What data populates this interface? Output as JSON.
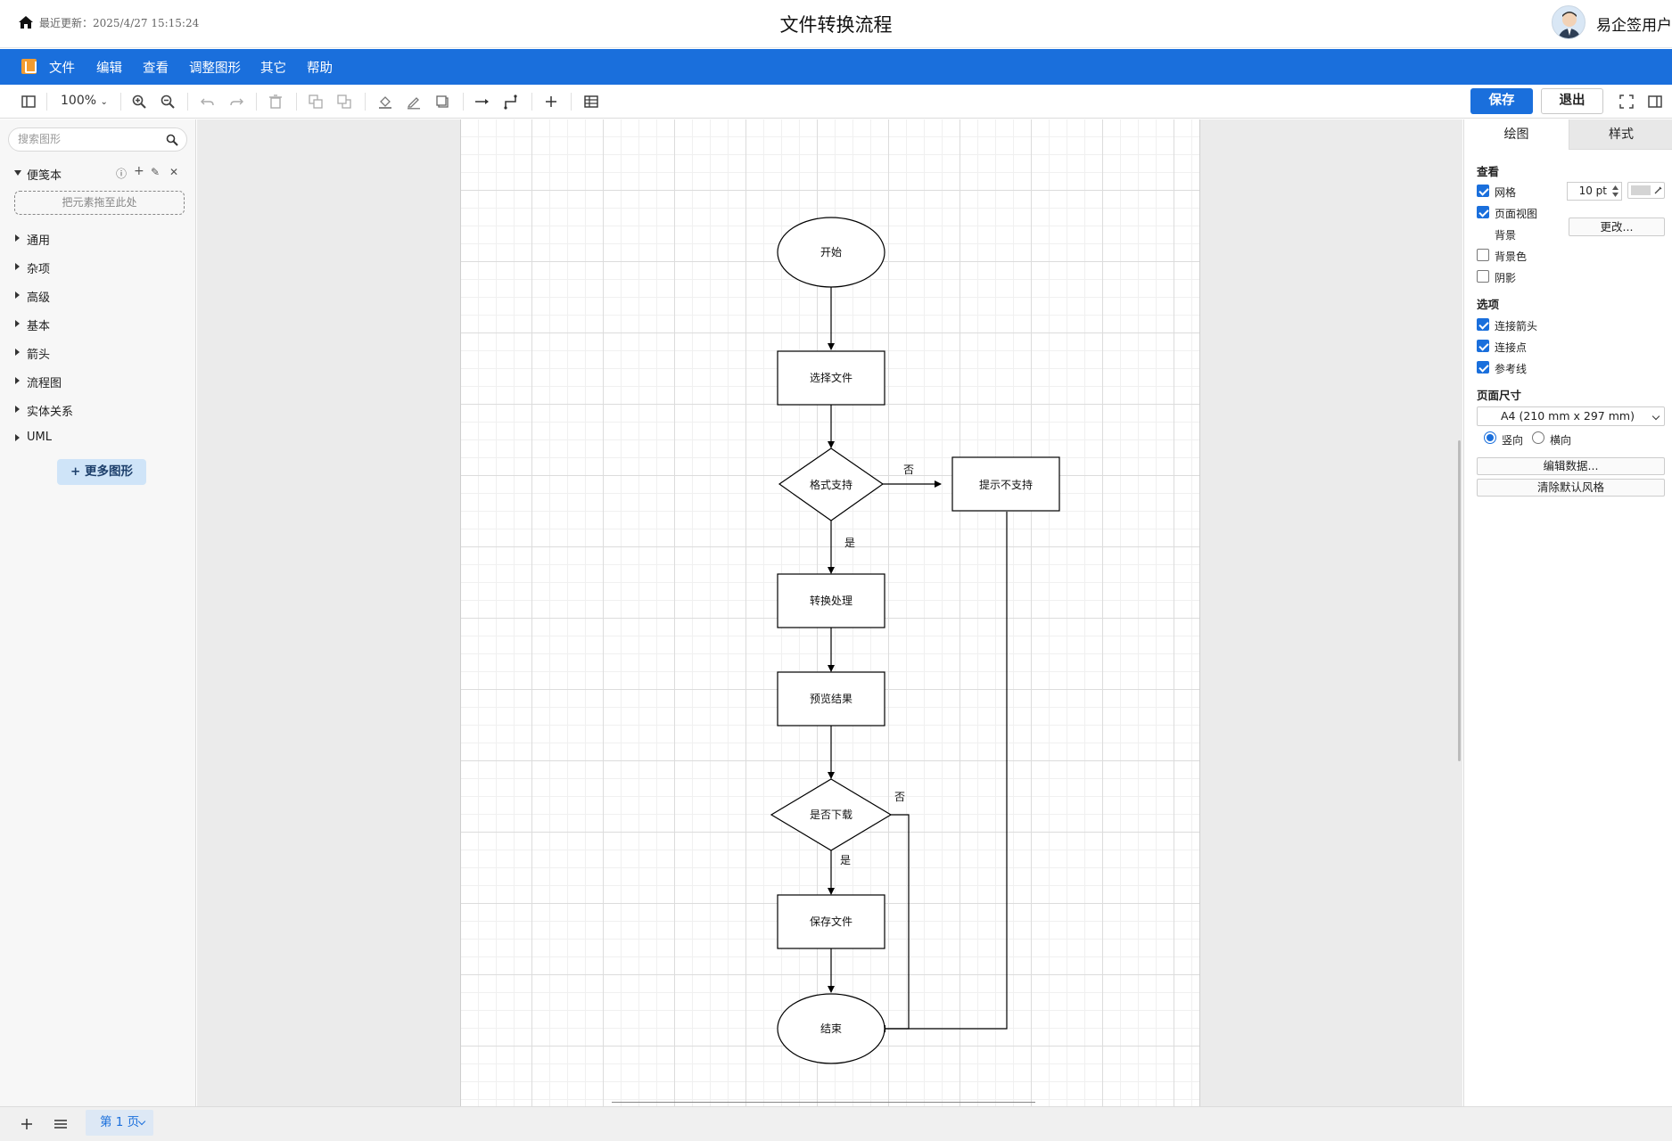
{
  "header": {
    "last_updated": "最近更新：2025/4/27 15:15:24",
    "title": "文件转换流程",
    "username": "易企签用户"
  },
  "menu": {
    "items": [
      "文件",
      "编辑",
      "查看",
      "调整图形",
      "其它",
      "帮助"
    ]
  },
  "toolbar": {
    "zoom": "100%",
    "save_label": "保存",
    "exit_label": "退出"
  },
  "sidebar": {
    "search_placeholder": "搜索图形",
    "scratchpad_label": "便笺本",
    "drop_hint": "把元素拖至此处",
    "categories": [
      "通用",
      "杂项",
      "高级",
      "基本",
      "箭头",
      "流程图",
      "实体关系",
      "UML"
    ],
    "more_shapes": "+ 更多图形"
  },
  "diagram": {
    "nodes": {
      "start": "开始",
      "select_file": "选择文件",
      "format_supported": "格式支持",
      "unsupported": "提示不支持",
      "convert": "转换处理",
      "preview": "预览结果",
      "download": "是否下载",
      "save_file": "保存文件",
      "end": "结束"
    },
    "edge_labels": {
      "no": "否",
      "yes": "是"
    }
  },
  "right_panel": {
    "tabs": [
      "绘图",
      "样式"
    ],
    "view_title": "查看",
    "grid_label": "网格",
    "grid_size": "10 pt",
    "page_view_label": "页面视图",
    "background_label": "背景",
    "change_button": "更改...",
    "bg_color_label": "背景色",
    "shadow_label": "阴影",
    "options_title": "选项",
    "connection_arrows_label": "连接箭头",
    "connection_points_label": "连接点",
    "guides_label": "参考线",
    "page_size_title": "页面尺寸",
    "page_size_value": "A4 (210 mm x 297 mm)",
    "portrait_label": "竖向",
    "landscape_label": "横向",
    "edit_data_button": "编辑数据...",
    "clear_style_button": "清除默认风格",
    "checks": {
      "grid": true,
      "page_view": true,
      "bg_color": false,
      "shadow": false,
      "connection_arrows": true,
      "connection_points": true,
      "guides": true
    },
    "orientation": "portrait"
  },
  "bottom": {
    "page_tab": "第 1 页"
  }
}
